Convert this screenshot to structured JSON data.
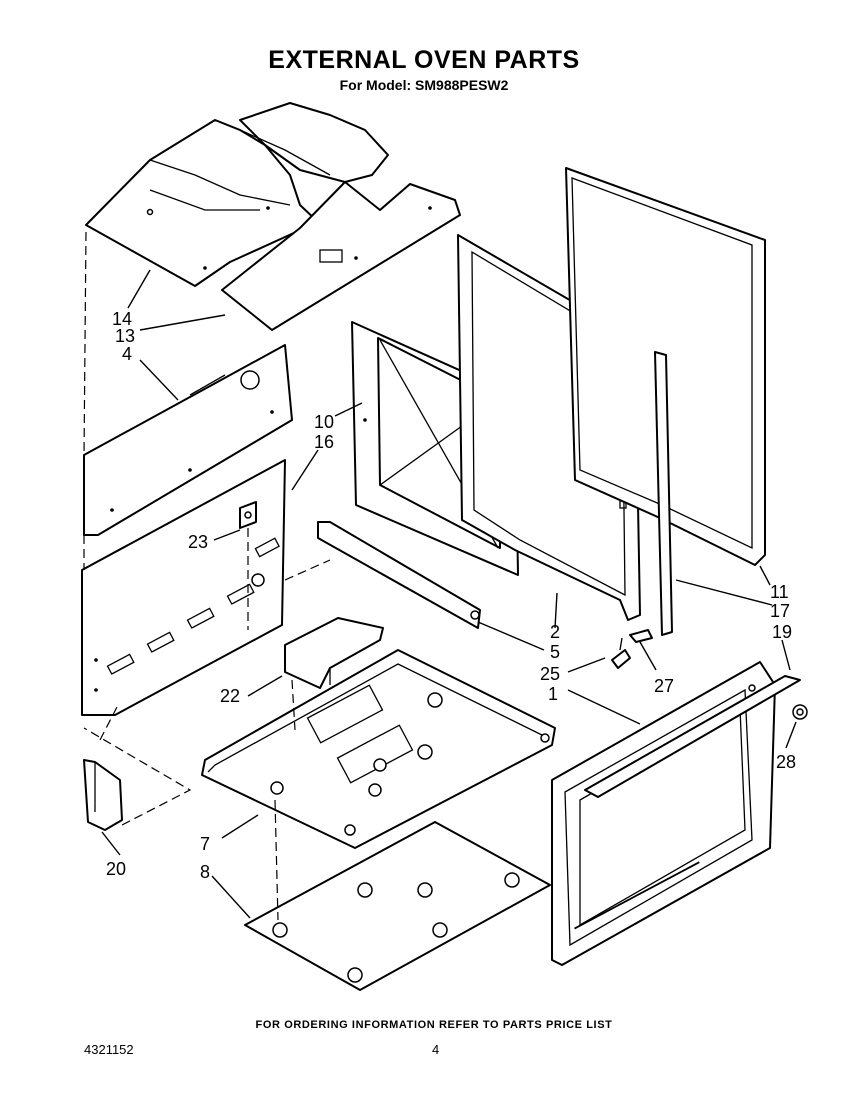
{
  "header": {
    "title": "EXTERNAL OVEN PARTS",
    "subtitle": "For Model: SM988PESW2"
  },
  "footer": {
    "note": "FOR ORDERING INFORMATION REFER TO PARTS PRICE LIST",
    "doc_number": "4321152",
    "page_number": "4"
  },
  "callouts": {
    "c1": "1",
    "c2": "2",
    "c4": "4",
    "c5": "5",
    "c7": "7",
    "c8": "8",
    "c10": "10",
    "c11": "11",
    "c13": "13",
    "c14": "14",
    "c16": "16",
    "c17": "17",
    "c19": "19",
    "c20": "20",
    "c22": "22",
    "c23": "23",
    "c25": "25",
    "c27": "27",
    "c28": "28"
  }
}
